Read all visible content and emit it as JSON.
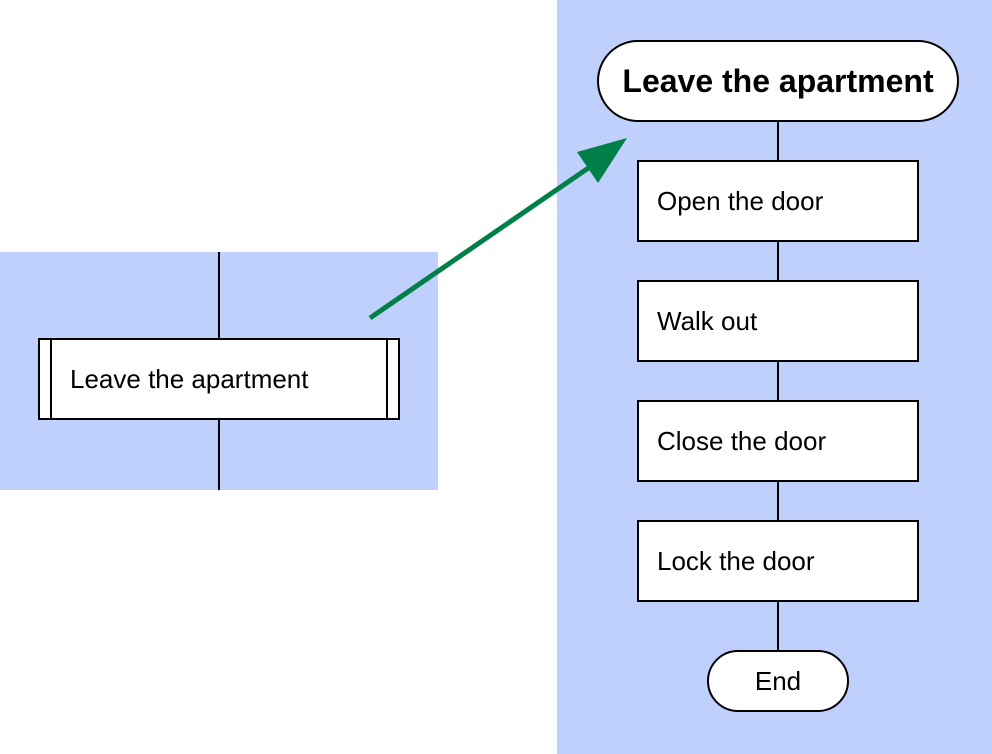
{
  "subprocess": {
    "label": "Leave the apartment"
  },
  "expanded": {
    "start_label": "Leave the apartment",
    "steps": [
      {
        "label": "Open the door"
      },
      {
        "label": "Walk out"
      },
      {
        "label": "Close the door"
      },
      {
        "label": "Lock the door"
      }
    ],
    "end_label": "End"
  },
  "colors": {
    "panel": "#c0d0fc",
    "arrow": "#008048"
  }
}
